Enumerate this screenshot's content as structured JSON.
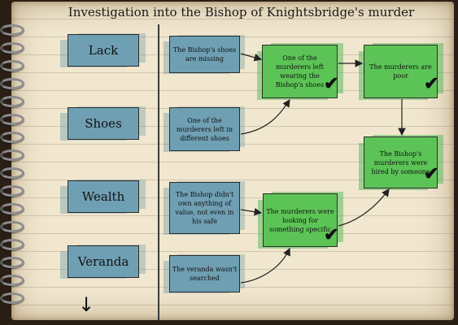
{
  "title": "Investigation into the Bishop of Knightsbridge's murder",
  "labels": [
    "Lack",
    "Shoes",
    "Wealth",
    "Veranda"
  ],
  "facts": [
    "The Bishop's shoes are missing",
    "One of the murderers left in different shoes",
    "The Bishop didn't own anything of value, not even in his safe",
    "The veranda wasn't searched"
  ],
  "deductions": {
    "shoes_worn": "One of the murderers left wearing the Bishop's shoes",
    "poor": "The murderers are poor",
    "hired": "The Bishop's murderers were hired by someone",
    "looking": "The murderers were looking for something specific"
  },
  "check_symbol": "✔",
  "scroll_down_symbol": "↓",
  "colors": {
    "fact": "#6f9fb3",
    "deduction": "#5cc456",
    "paper": "#f1e7cf"
  }
}
